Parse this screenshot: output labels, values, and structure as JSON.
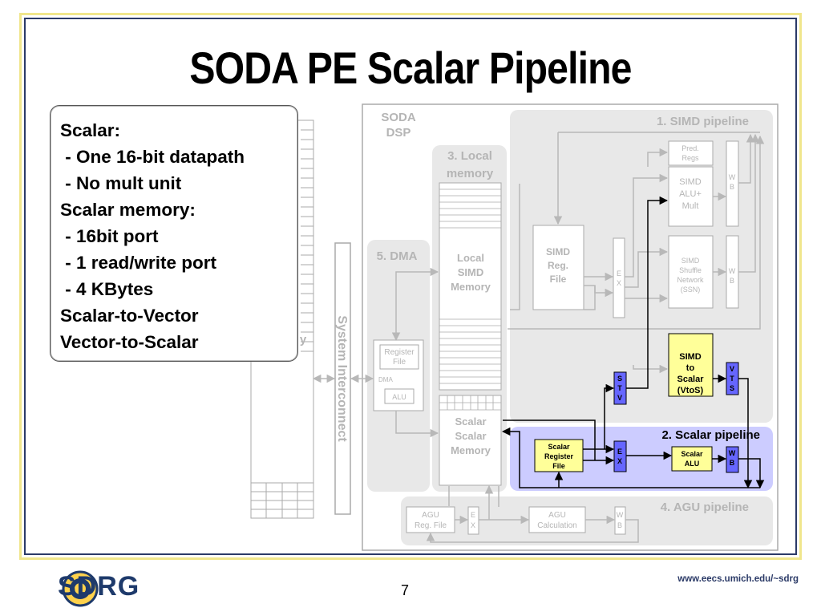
{
  "slide": {
    "title": "SODA PE Scalar Pipeline",
    "page_number": "7",
    "url": "www.eecs.umich.edu/~sdrg",
    "logo_text": "SDRG"
  },
  "callout": {
    "lines": [
      "Scalar:",
      " - One 16-bit datapath",
      " - No mult unit",
      "Scalar memory:",
      " - 16bit port",
      " - 1 read/write port",
      " - 4 KBytes",
      "Scalar-to-Vector",
      "Vector-to-Scalar"
    ]
  },
  "diagram": {
    "soda_dsp": [
      "SODA",
      "DSP"
    ],
    "simd_pipeline": "1. SIMD pipeline",
    "scalar_pipeline": "2. Scalar pipeline",
    "local_memory": [
      "3. Local",
      "memory"
    ],
    "agu_pipeline": "4. AGU pipeline",
    "dma": "5. DMA",
    "system_interconnect": "System Interconnect",
    "memory_fragment": "y",
    "local_simd_memory": [
      "Local",
      "SIMD",
      "Memory"
    ],
    "scalar_memory": [
      "Scalar",
      "Scalar",
      "Memory"
    ],
    "simd_reg_file": [
      "SIMD",
      "Reg.",
      "File"
    ],
    "ex": [
      "E",
      "X"
    ],
    "wb": [
      "W",
      "B"
    ],
    "stv": [
      "S",
      "T",
      "V"
    ],
    "vts": [
      "V",
      "T",
      "S"
    ],
    "pred_regs": [
      "Pred.",
      "Regs"
    ],
    "simd_alu": [
      "SIMD",
      "ALU+",
      "Mult"
    ],
    "simd_shuffle": [
      "SIMD",
      "Shuffle",
      "Network",
      "(SSN)"
    ],
    "simd_to_scalar": [
      "SIMD",
      "to",
      "Scalar",
      "(VtoS)"
    ],
    "scalar_register_file": [
      "Scalar",
      "Register",
      "File"
    ],
    "scalar_alu": [
      "Scalar",
      "ALU"
    ],
    "dma_register_file": [
      "Register",
      "File"
    ],
    "dma_label": "DMA",
    "alu": "ALU",
    "agu_reg_file": [
      "AGU",
      "Reg. File"
    ],
    "agu_calculation": [
      "AGU",
      "Calculation"
    ]
  },
  "colors": {
    "frame": "#f0e68c",
    "frame_inner": "#2b3a67",
    "faded_region": "#e8e8e8",
    "scalar_region": "#ccccff",
    "highlight_box": "#ffff99",
    "blue_box": "#6666ff",
    "faded_text": "#b0b0b0"
  }
}
